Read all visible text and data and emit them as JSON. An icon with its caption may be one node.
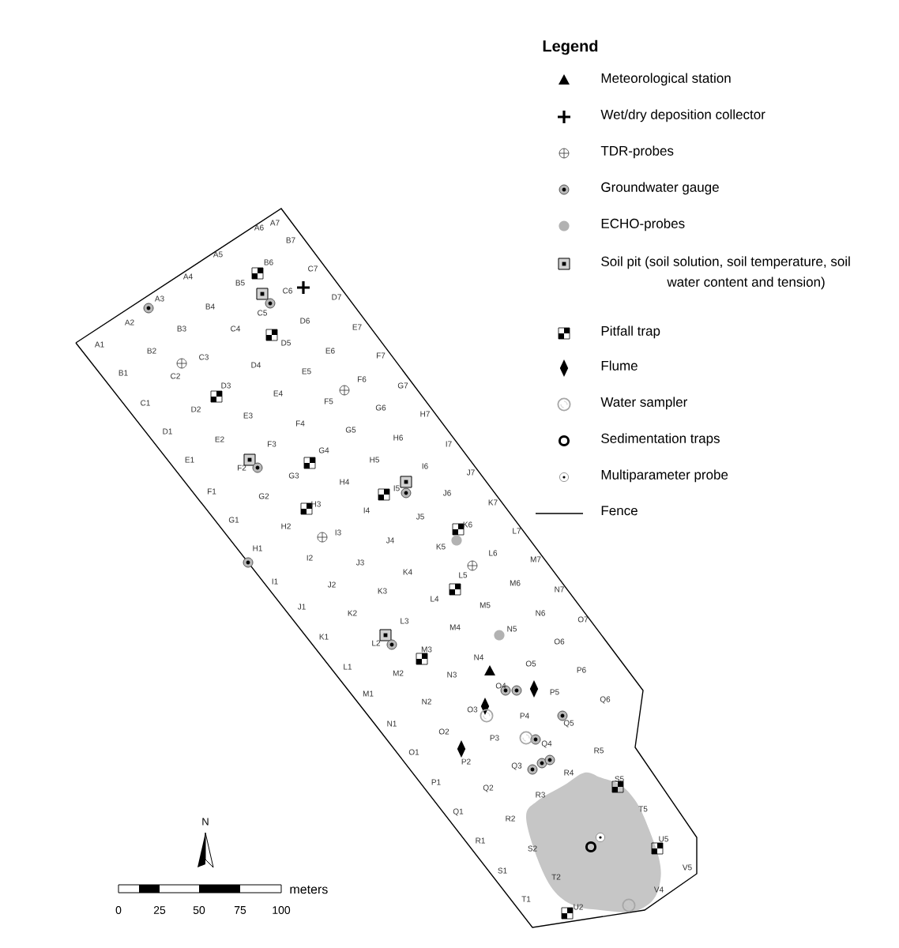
{
  "diagram": {
    "labels": [
      "Legend",
      "A1",
      "A2",
      "A3",
      "A4",
      "A5",
      "A6",
      "A7",
      "B1",
      "B2",
      "B3",
      "B4",
      "B5",
      "B6",
      "B7",
      "C1",
      "C2",
      "C3",
      "C4",
      "C5",
      "C6",
      "C7",
      "D1",
      "D2",
      "D3",
      "D4",
      "D5",
      "D6",
      "D7",
      "E1",
      "E2",
      "E3",
      "E4",
      "E5",
      "E6",
      "E7",
      "F1",
      "F2",
      "F3",
      "F4",
      "F5",
      "F6",
      "F7",
      "G1",
      "G2",
      "G3",
      "G4",
      "G5",
      "G6",
      "G7",
      "H1",
      "H2",
      "H3",
      "H4",
      "H5",
      "H6",
      "H7",
      "I1",
      "I2",
      "I3",
      "I4",
      "I5",
      "I6",
      "I7",
      "J1",
      "J2",
      "J3",
      "J4",
      "J5",
      "J6",
      "J7",
      "K1",
      "K2",
      "K3",
      "K4",
      "K5",
      "K6",
      "K7",
      "L1",
      "L2",
      "L3",
      "L4",
      "L5",
      "L6",
      "L7",
      "M1",
      "M2",
      "M3",
      "M4",
      "M5",
      "M6",
      "M7",
      "N1",
      "N2",
      "N3",
      "N4",
      "N5",
      "N6",
      "N7",
      "O1",
      "O2",
      "O3",
      "O4",
      "O5",
      "O6",
      "O7",
      "P1",
      "P2",
      "P3",
      "P4",
      "P5",
      "P6",
      "Q1",
      "Q2",
      "Q3",
      "Q4",
      "Q5",
      "Q6",
      "R1",
      "R2",
      "R3",
      "R4",
      "R5",
      "S1",
      "S2",
      "S5",
      "T1",
      "T2",
      "T5",
      "U2",
      "U5",
      "V4",
      "V5",
      "N",
      "0",
      "25",
      "50",
      "75",
      "100",
      "meters"
    ],
    "legend": [
      {
        "text": "Meteorological station"
      },
      {
        "text": "Wet/dry deposition collector"
      },
      {
        "text": "TDR-probes"
      },
      {
        "text": "Groundwater gauge"
      },
      {
        "text": "ECHO-probes"
      },
      {
        "text": "Soil pit (soil solution, soil temperature, soil water content and tension)"
      },
      {
        "text": "Pitfall trap"
      },
      {
        "text": "Flume"
      },
      {
        "text": "Water sampler"
      },
      {
        "text": "Sedimentation traps"
      },
      {
        "text": "Multiparameter probe"
      },
      {
        "text": "Fence"
      }
    ]
  }
}
